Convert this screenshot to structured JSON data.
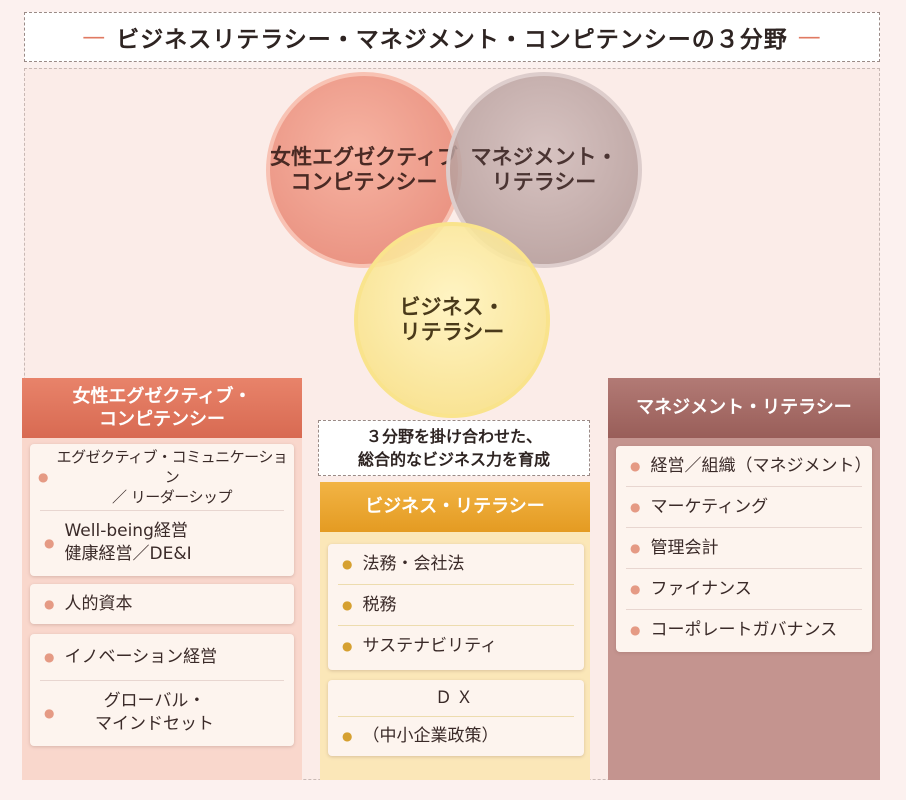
{
  "title": {
    "dash_left": "—",
    "text": "ビジネスリテラシー・マネジメント・コンピテンシーの３分野",
    "dash_right": "—"
  },
  "circles": {
    "female": [
      "女性エグゼクティブ",
      "コンピテンシー"
    ],
    "management": [
      "マネジメント・",
      "リテラシー"
    ],
    "business": [
      "ビジネス・",
      "リテラシー"
    ]
  },
  "note": [
    "３分野を掛け合わせた、",
    "総合的なビジネス力を育成"
  ],
  "left": {
    "header": [
      "女性エグゼクティブ・",
      "コンピテンシー"
    ],
    "group1": {
      "item1": [
        "エグゼクティブ・コミュニケーション",
        "／ リーダーシップ"
      ],
      "item2": [
        "Well-being経営",
        "健康経営／DE&I"
      ]
    },
    "group2": {
      "item1": "人的資本"
    },
    "group3": {
      "item1": "イノベーション経営",
      "item2": [
        "グローバル・",
        "マインドセット"
      ]
    }
  },
  "middle": {
    "header": "ビジネス・リテラシー",
    "card1": [
      "法務・会社法",
      "税務",
      "サステナビリティ"
    ],
    "card2": {
      "title": "ＤＸ",
      "item": "（中小企業政策）"
    }
  },
  "right": {
    "header": "マネジメント・リテラシー",
    "items": [
      "経営／組織（マネジメント）",
      "マーケティング",
      "管理会計",
      "ファイナンス",
      "コーポレートガバナンス"
    ]
  },
  "colors": {
    "female": "#e2785f",
    "management": "#a67a75",
    "business": "#e9a52a",
    "background": "#fcf1ef"
  }
}
